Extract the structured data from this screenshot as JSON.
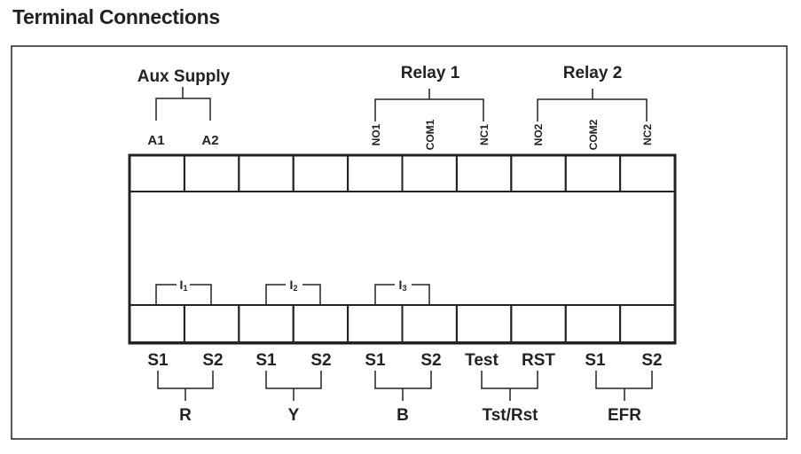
{
  "title": "Terminal Connections",
  "colors": {
    "ink": "#222222",
    "background": "#ffffff"
  },
  "top_groups": [
    {
      "label": "Aux Supply",
      "terminals": [
        "A1",
        "A2"
      ]
    },
    {
      "label": "Relay 1",
      "terminals": [
        "NO1",
        "COM1",
        "NC1"
      ]
    },
    {
      "label": "Relay 2",
      "terminals": [
        "NO2",
        "COM2",
        "NC2"
      ]
    }
  ],
  "current_labels": [
    {
      "letter": "I",
      "index": "1"
    },
    {
      "letter": "I",
      "index": "2"
    },
    {
      "letter": "I",
      "index": "3"
    }
  ],
  "bottom_terminals": [
    "S1",
    "S2",
    "S1",
    "S2",
    "S1",
    "S2",
    "Test",
    "RST",
    "S1",
    "S2"
  ],
  "bottom_groups": [
    "R",
    "Y",
    "B",
    "Tst/Rst",
    "EFR"
  ]
}
